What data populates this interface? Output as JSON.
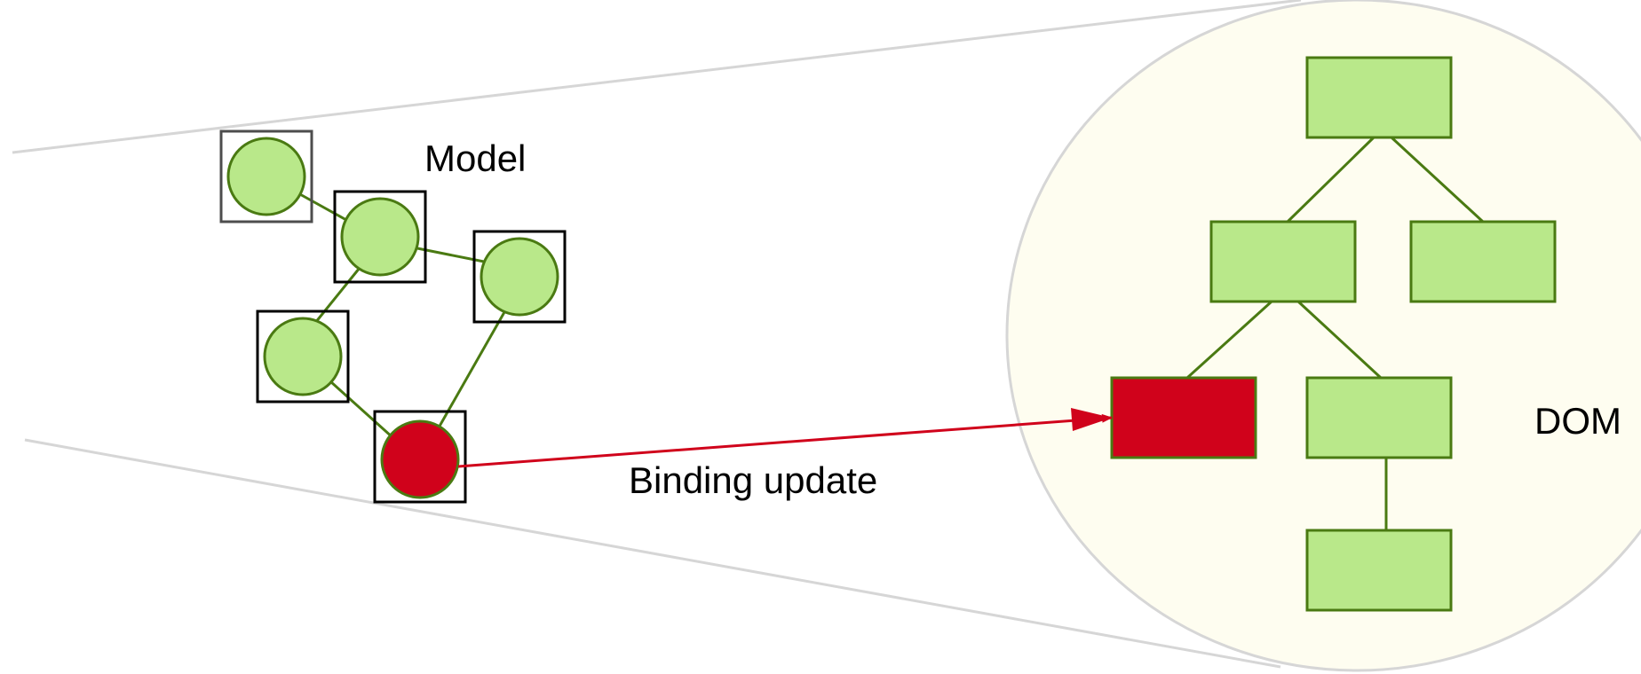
{
  "labels": {
    "model": "Model",
    "dom": "DOM",
    "binding": "Binding update"
  },
  "colors": {
    "node_fill": "#b9e88a",
    "node_stroke": "#4a7a12",
    "highlight_fill": "#d0021b",
    "arrow": "#d0021b",
    "zoom_background": "#fefdf0",
    "zoom_outline": "#d6d6d6"
  }
}
